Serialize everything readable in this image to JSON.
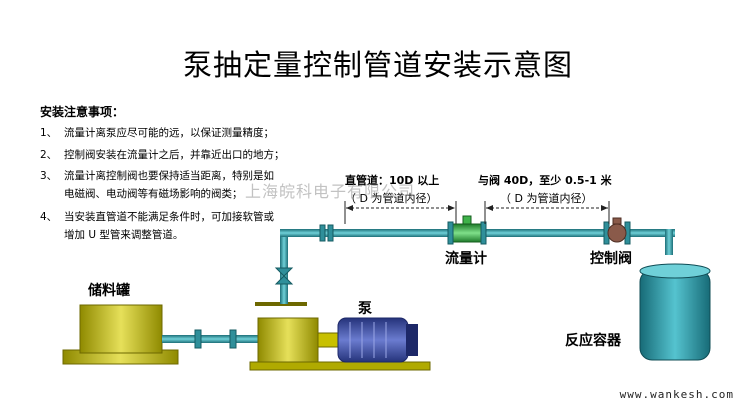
{
  "title": "泵抽定量控制管道安装示意图",
  "notes": {
    "heading": "安装注意事项：",
    "items": [
      {
        "num": "1、",
        "lines": [
          "流量计离泵应尽可能的远，以保证测量精度；"
        ]
      },
      {
        "num": "2、",
        "lines": [
          "控制阀安装在流量计之后，并靠近出口的地方；"
        ]
      },
      {
        "num": "3、",
        "lines": [
          "流量计离控制阀也要保持适当距离，特别是如",
          "电磁阀、电动阀等有磁场影响的阀类；"
        ]
      },
      {
        "num": "4、",
        "lines": [
          "当安装直管道不能满足条件时，可加接软管或",
          "增加 U 型管来调整管道。"
        ]
      }
    ]
  },
  "labels": {
    "straight_pipe": "直管道：10D 以上",
    "straight_pipe_note": "（ D 为管道内径）",
    "to_valve": "与阀 40D，至少 0.5-1 米",
    "to_valve_note": "（ D 为管道内径）",
    "flow_meter": "流量计",
    "control_valve": "控制阀",
    "storage_tank": "储料罐",
    "pump": "泵",
    "reactor": "反应容器"
  },
  "watermark": "上海皖科电子有限公司",
  "website": "www.wankesh.com",
  "colors": {
    "pipe": "#2f8f9a",
    "tank": "#c8c000",
    "motor": "#3a4d9e",
    "reactor": "#2a8c9a",
    "flowmeter": "#3fb24a",
    "valve": "#8a5a4a"
  }
}
